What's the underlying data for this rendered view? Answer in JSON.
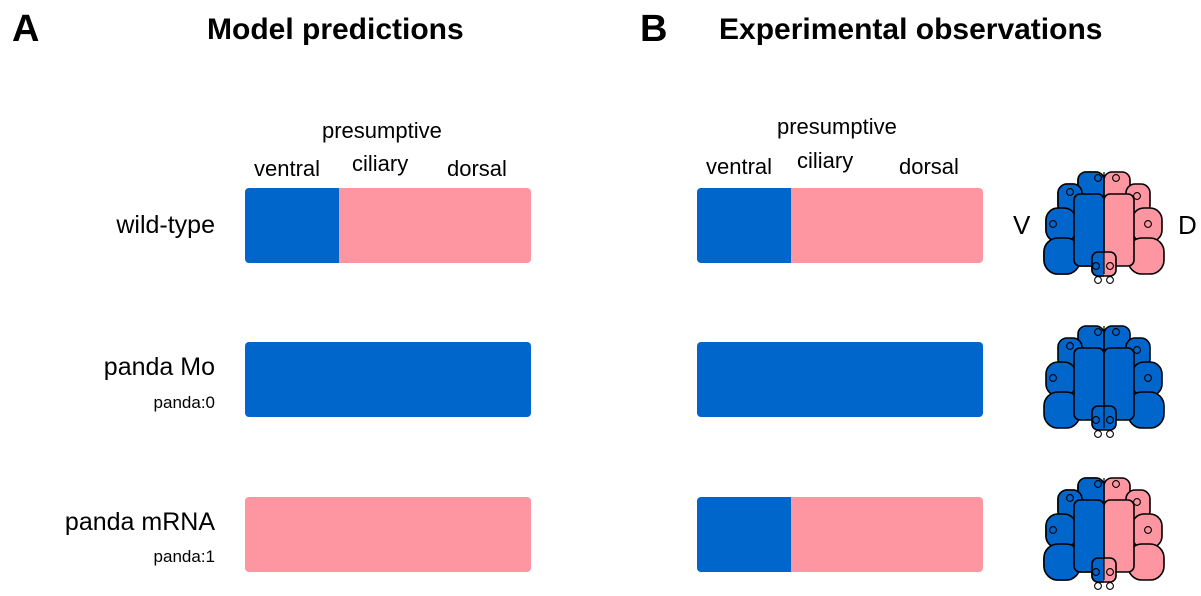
{
  "panels": {
    "a": {
      "letter": "A",
      "title": "Model predictions"
    },
    "b": {
      "letter": "B",
      "title": "Experimental observations"
    }
  },
  "columns": {
    "top_label": "presumptive",
    "ventral": "ventral",
    "ciliary": "ciliary",
    "dorsal": "dorsal"
  },
  "rows": [
    {
      "label": "wild-type",
      "sublabel": ""
    },
    {
      "label": "panda Mo",
      "sublabel": "panda:0"
    },
    {
      "label": "panda mRNA",
      "sublabel": "panda:1"
    }
  ],
  "model_predictions": [
    [
      "ventral",
      "dorsal",
      "dorsal"
    ],
    [
      "ventral",
      "ventral",
      "ventral"
    ],
    [
      "dorsal",
      "dorsal",
      "dorsal"
    ]
  ],
  "experimental_observations": [
    [
      "ventral",
      "dorsal",
      "dorsal"
    ],
    [
      "ventral",
      "ventral",
      "ventral"
    ],
    [
      "ventral",
      "dorsal",
      "dorsal"
    ]
  ],
  "embryo_axis": {
    "left": "V",
    "right": "D"
  },
  "embryo_patterns": [
    "half",
    "all-ventral",
    "half"
  ],
  "colors": {
    "ventral": "#0066cc",
    "dorsal": "#fd96a0",
    "outline": "#000000"
  }
}
